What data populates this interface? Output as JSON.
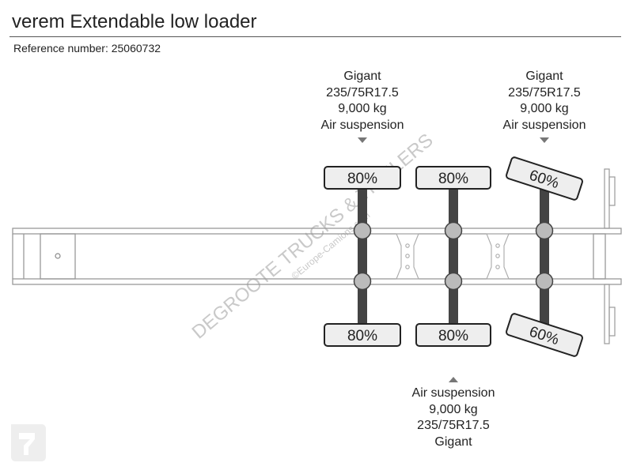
{
  "header": {
    "title": "verem Extendable low loader",
    "reference": "Reference number: 25060732"
  },
  "axles": [
    {
      "top_tire": "80%",
      "bottom_tire": "80%",
      "spec_position": "top",
      "spec": [
        "Gigant",
        "235/75R17.5",
        "9,000 kg",
        "Air suspension"
      ]
    },
    {
      "top_tire": "80%",
      "bottom_tire": "80%",
      "spec_position": "bottom",
      "spec": [
        "Air suspension",
        "9,000 kg",
        "235/75R17.5",
        "Gigant"
      ]
    },
    {
      "top_tire": "60%",
      "bottom_tire": "60%",
      "spec_position": "top",
      "steering": true,
      "spec": [
        "Gigant",
        "235/75R17.5",
        "9,000 kg",
        "Air suspension"
      ]
    }
  ],
  "watermark": {
    "line1": "DEGROOTE TRUCKS & TRAILERS",
    "line2": "©Europe-Camions.com"
  },
  "colors": {
    "frame_stroke": "#999999",
    "axle": "#444444",
    "tire_fill": "#eeeeee",
    "tire_stroke": "#222222",
    "arrow": "#777777"
  }
}
